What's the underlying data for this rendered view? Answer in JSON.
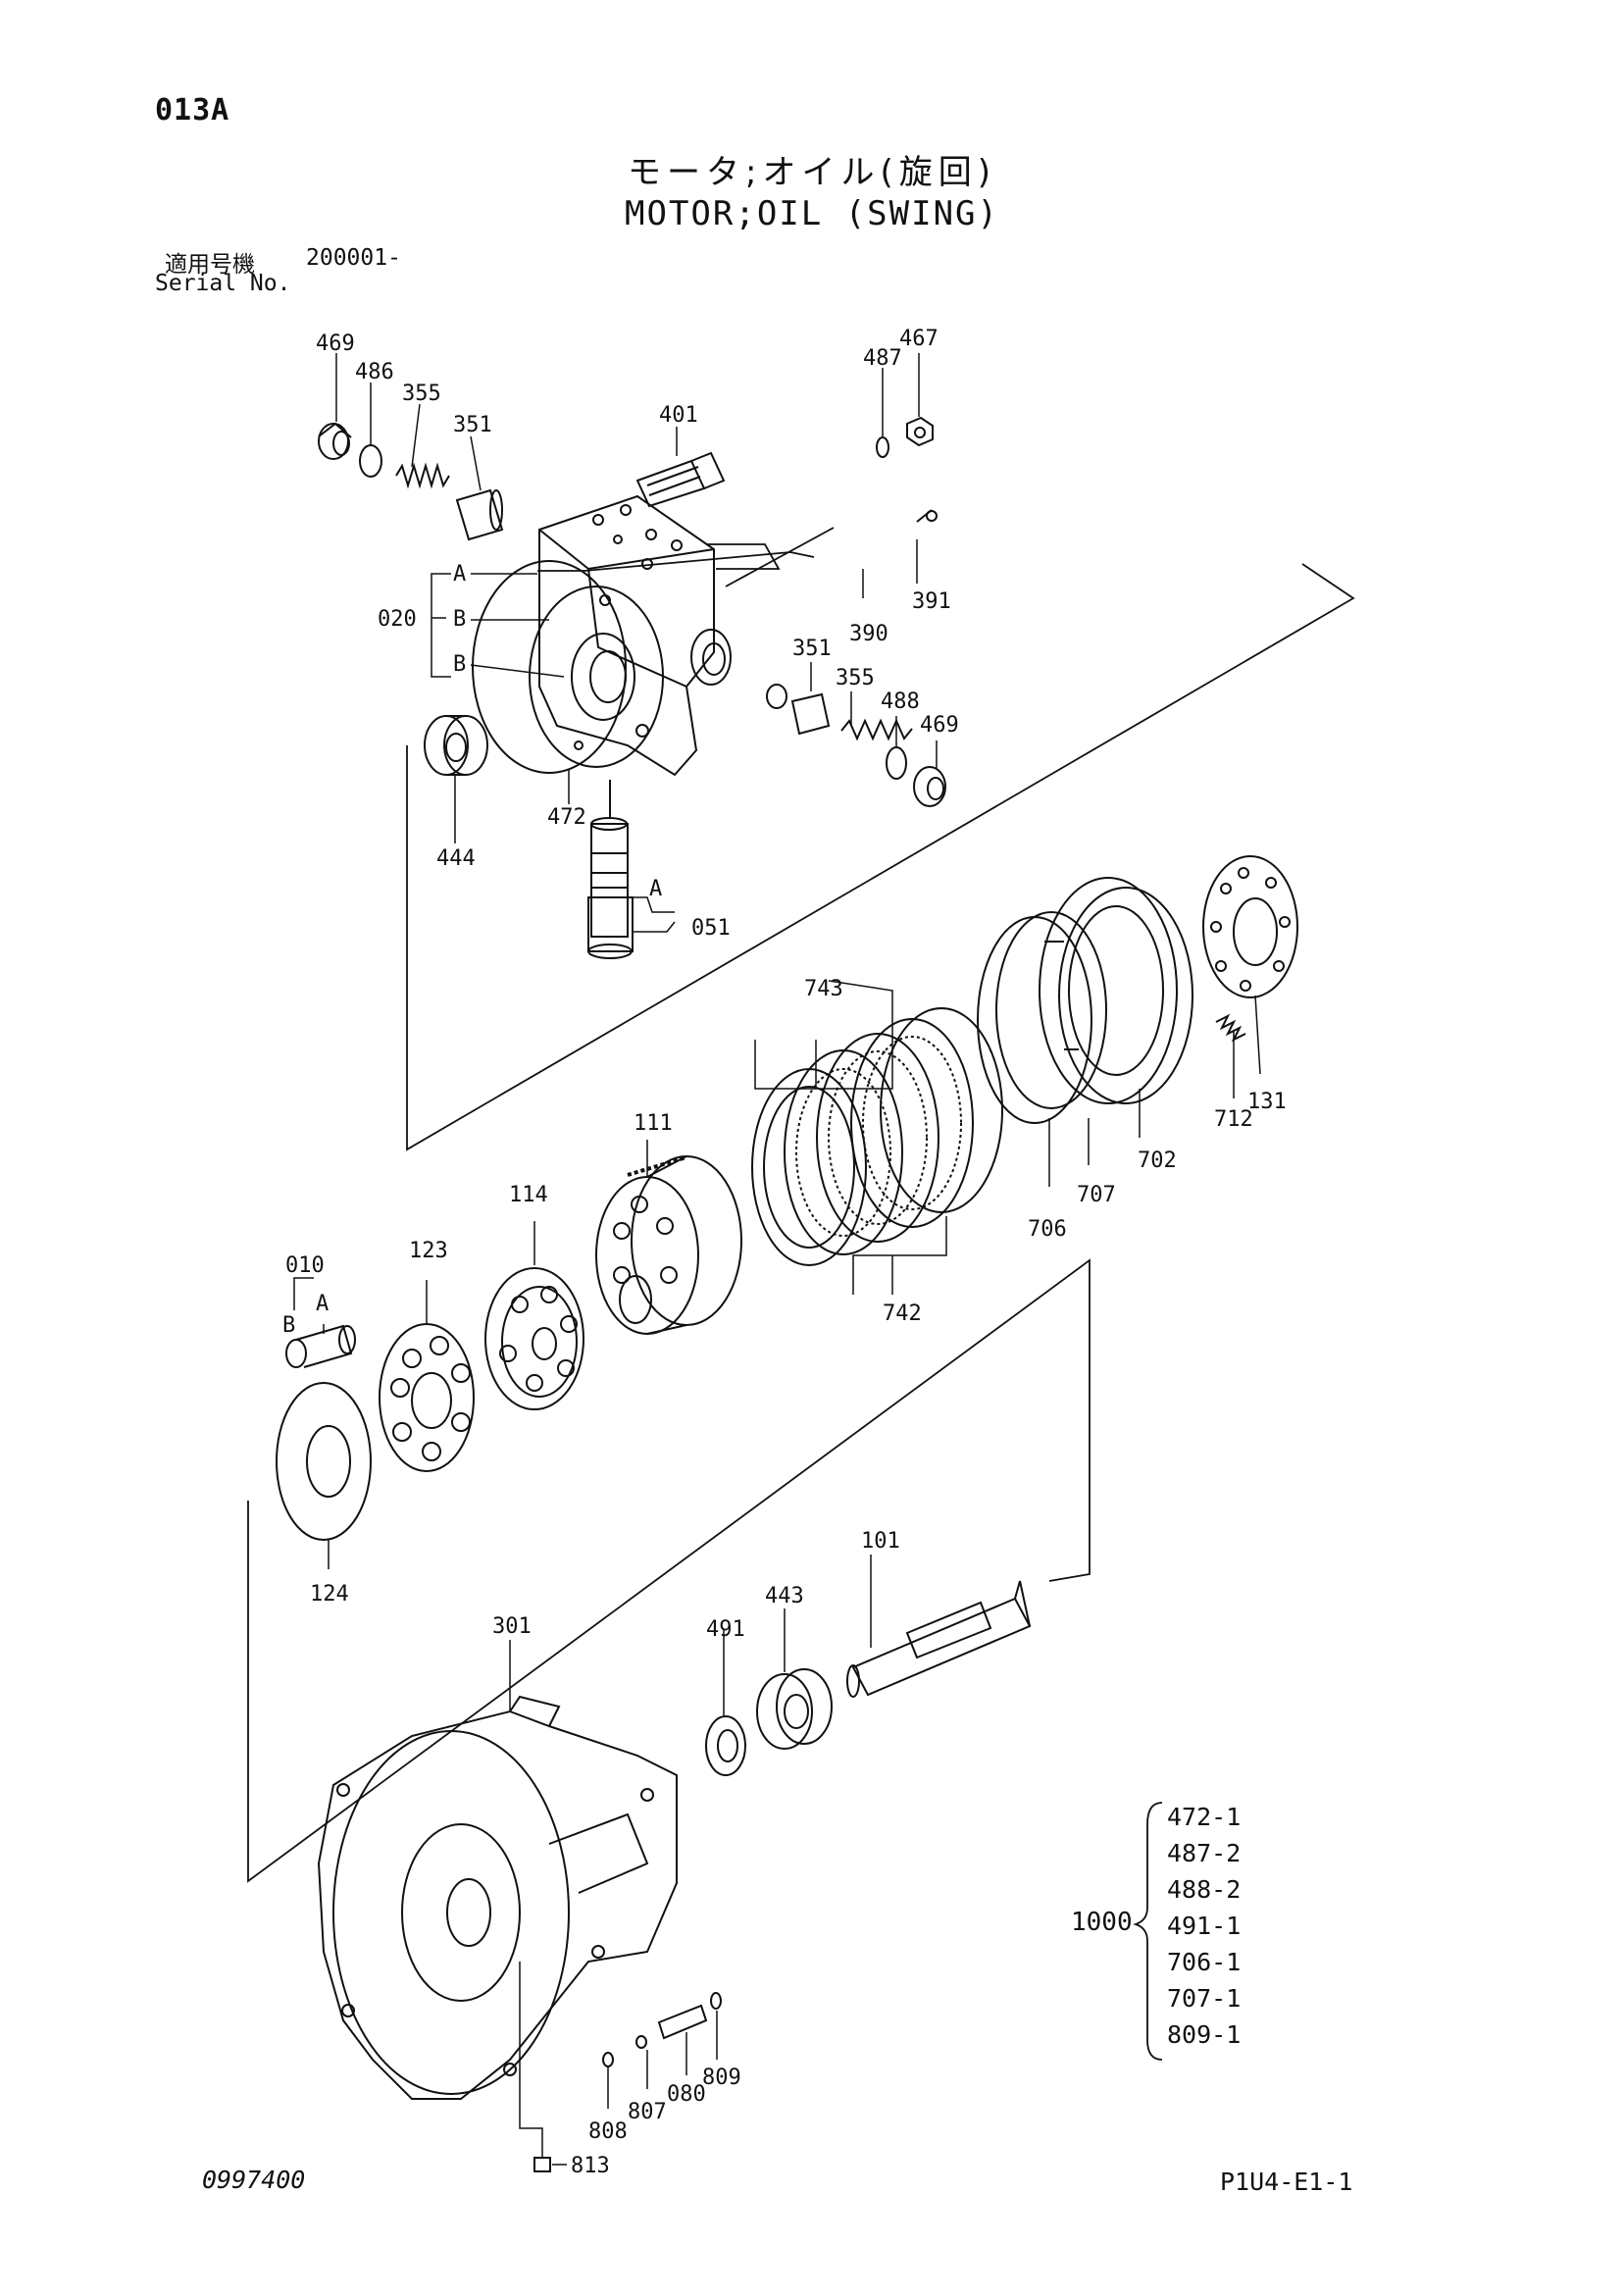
{
  "header": {
    "page_code": "013A",
    "title_jp": "モータ;オイル(旋回)",
    "title_en": "MOTOR;OIL (SWING)",
    "serial_label_jp": "適用号機",
    "serial_value": "200001-",
    "serial_label_en": "Serial No."
  },
  "callouts": {
    "p469a": "469",
    "p486": "486",
    "p355a": "355",
    "p351a": "351",
    "p401": "401",
    "p487": "487",
    "p467": "467",
    "p391": "391",
    "p390": "390",
    "p020": "020",
    "letterA1": "A",
    "letterB1": "B",
    "letterB2": "B",
    "p351b": "351",
    "p355b": "355",
    "p488": "488",
    "p469b": "469",
    "p444": "444",
    "p472": "472",
    "letterA2": "A",
    "p051": "051",
    "p743": "743",
    "p111": "111",
    "p114": "114",
    "p123": "123",
    "p010": "010",
    "letterB3": "B",
    "letterA3": "A",
    "p742": "742",
    "p706": "706",
    "p707": "707",
    "p702": "702",
    "p712": "712",
    "p131": "131",
    "p124": "124",
    "p101": "101",
    "p443": "443",
    "p491": "491",
    "p301": "301",
    "p809": "809",
    "p080": "080",
    "p807": "807",
    "p808": "808",
    "p813": "813"
  },
  "repair_kit": {
    "label": "1000",
    "items": [
      "472-1",
      "487-2",
      "488-2",
      "491-1",
      "706-1",
      "707-1",
      "809-1"
    ]
  },
  "footer": {
    "left_code": "0997400",
    "right_code": "P1U4-E1-1"
  }
}
